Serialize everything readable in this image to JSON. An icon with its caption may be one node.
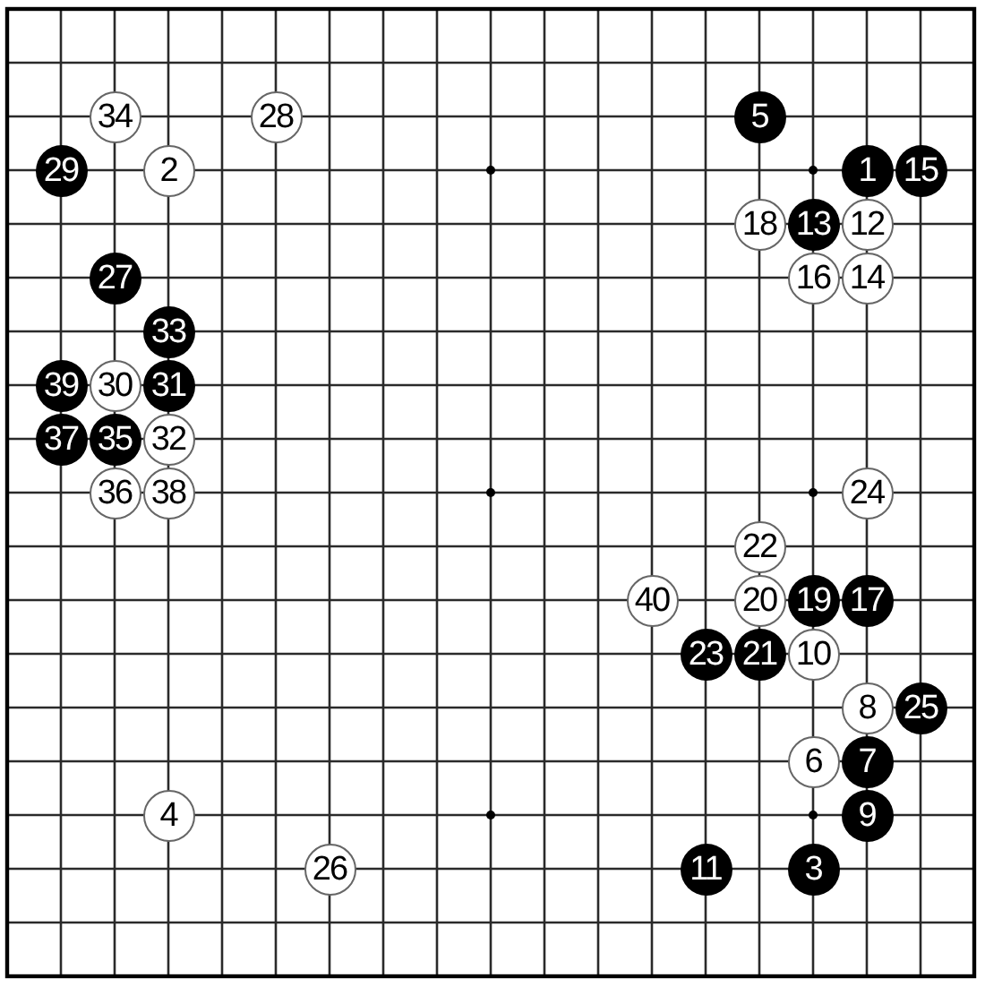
{
  "diagram": {
    "nodes": [
      {
        "text": [
          "34"
        ]
      },
      {
        "text": [
          "28"
        ]
      },
      {
        "text": [
          "5"
        ]
      },
      {
        "text": [
          "29"
        ]
      },
      {
        "text": [
          "2"
        ]
      },
      {
        "text": [
          "1"
        ]
      },
      {
        "text": [
          "15"
        ]
      },
      {
        "text": [
          "18"
        ]
      },
      {
        "text": [
          "13"
        ]
      },
      {
        "text": [
          "12"
        ]
      },
      {
        "text": [
          "27"
        ]
      },
      {
        "text": [
          "16"
        ]
      },
      {
        "text": [
          "14"
        ]
      },
      {
        "text": [
          "33"
        ]
      },
      {
        "text": [
          "39"
        ]
      },
      {
        "text": [
          "30"
        ]
      },
      {
        "text": [
          "31"
        ]
      },
      {
        "text": [
          "37"
        ]
      },
      {
        "text": [
          "35"
        ]
      },
      {
        "text": [
          "32"
        ]
      },
      {
        "text": [
          "36"
        ]
      },
      {
        "text": [
          "38"
        ]
      },
      {
        "text": [
          "24"
        ]
      },
      {
        "text": [
          "22"
        ]
      },
      {
        "text": [
          "40"
        ]
      },
      {
        "text": [
          "20"
        ]
      },
      {
        "text": [
          "19"
        ]
      },
      {
        "text": [
          "17"
        ]
      },
      {
        "text": [
          "23"
        ]
      },
      {
        "text": [
          "21"
        ]
      },
      {
        "text": [
          "10"
        ]
      },
      {
        "text": [
          "8"
        ]
      },
      {
        "text": [
          "25"
        ]
      },
      {
        "text": [
          "6"
        ]
      },
      {
        "text": [
          "7"
        ]
      },
      {
        "text": [
          "4"
        ]
      },
      {
        "text": [
          "9"
        ]
      },
      {
        "text": [
          "26"
        ]
      },
      {
        "text": [
          "11"
        ]
      },
      {
        "text": [
          "3"
        ]
      }
    ]
  }
}
